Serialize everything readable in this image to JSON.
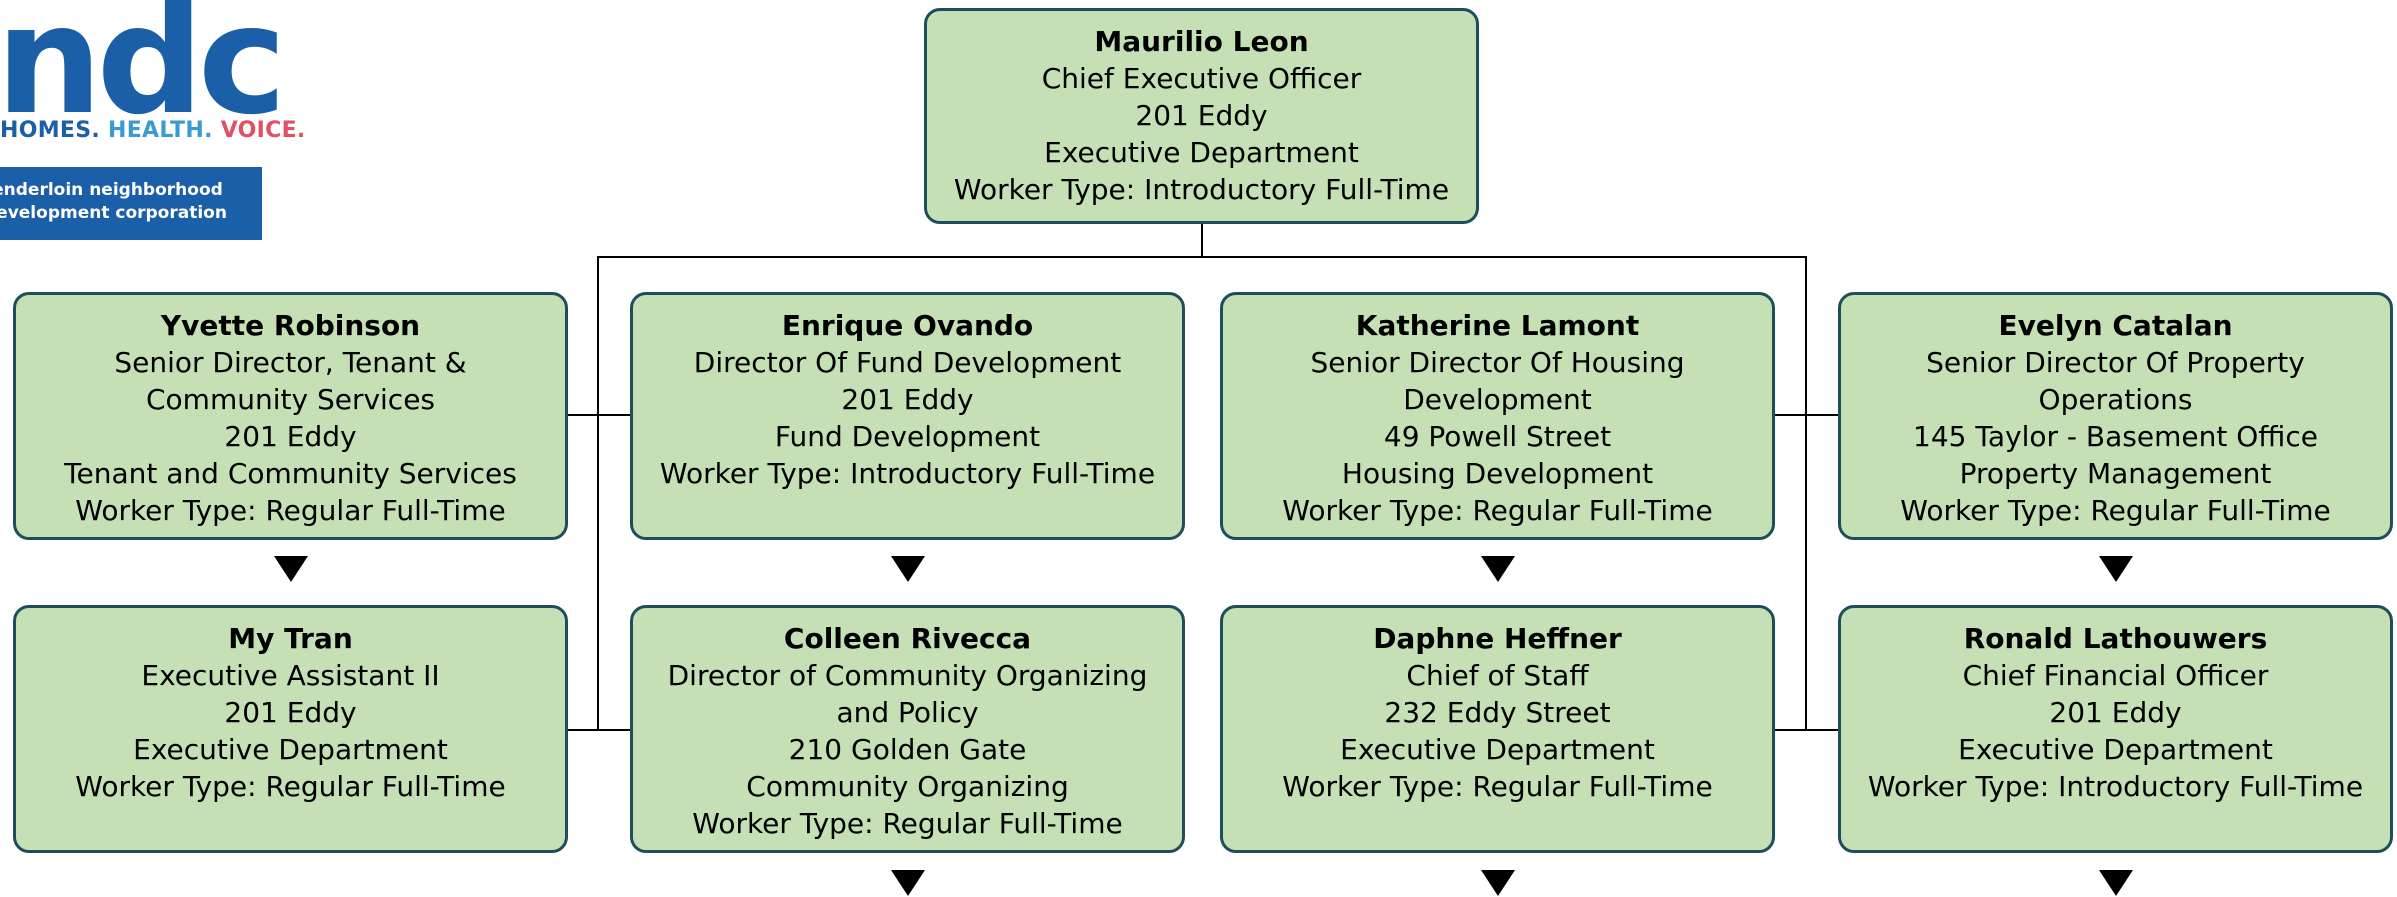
{
  "logo": {
    "wordmark": "tndc",
    "tagline": [
      "HOMES.",
      "HEALTH.",
      "VOICE."
    ],
    "org_lines": [
      "tenderloin neighborhood",
      "development corporation"
    ],
    "colors": {
      "blue": "#1b5fa8",
      "light_blue": "#3a9bd1",
      "pink": "#e05067"
    }
  },
  "colors": {
    "node_fill": "#c5e0b4",
    "node_border": "#1e4d5c",
    "connector": "#000000"
  },
  "root": {
    "name": "Maurilio Leon",
    "title": "Chief Executive Officer",
    "location": "201 Eddy",
    "department": "Executive Department",
    "worker_type": "Worker Type: Introductory Full-Time"
  },
  "reports": [
    {
      "name": "Yvette Robinson",
      "title": "Senior Director, Tenant & Community Services",
      "location": "201 Eddy",
      "department": "Tenant and Community Services",
      "worker_type": "Worker Type: Regular Full-Time",
      "has_children": true
    },
    {
      "name": "Enrique Ovando",
      "title": "Director Of Fund Development",
      "location": "201 Eddy",
      "department": "Fund Development",
      "worker_type": "Worker Type: Introductory Full-Time",
      "has_children": true
    },
    {
      "name": "Katherine Lamont",
      "title": "Senior Director Of Housing Development",
      "location": "49 Powell Street",
      "department": "Housing Development",
      "worker_type": "Worker Type: Regular Full-Time",
      "has_children": true
    },
    {
      "name": "Evelyn Catalan",
      "title": "Senior Director Of Property Operations",
      "location": "145 Taylor - Basement Office",
      "department": "Property Management",
      "worker_type": "Worker Type: Regular Full-Time",
      "has_children": true
    },
    {
      "name": "My Tran",
      "title": "Executive Assistant II",
      "location": "201 Eddy",
      "department": "Executive Department",
      "worker_type": "Worker Type: Regular Full-Time",
      "has_children": false
    },
    {
      "name": "Colleen Rivecca",
      "title": "Director of Community Organizing and Policy",
      "location": "210 Golden Gate",
      "department": "Community Organizing",
      "worker_type": "Worker Type: Regular Full-Time",
      "has_children": true
    },
    {
      "name": "Daphne Heffner",
      "title": "Chief of Staff",
      "location": "232 Eddy Street",
      "department": "Executive Department",
      "worker_type": "Worker Type: Regular Full-Time",
      "has_children": true
    },
    {
      "name": "Ronald Lathouwers",
      "title": "Chief Financial Officer",
      "location": "201 Eddy",
      "department": "Executive Department",
      "worker_type": "Worker Type: Introductory Full-Time",
      "has_children": true
    }
  ]
}
